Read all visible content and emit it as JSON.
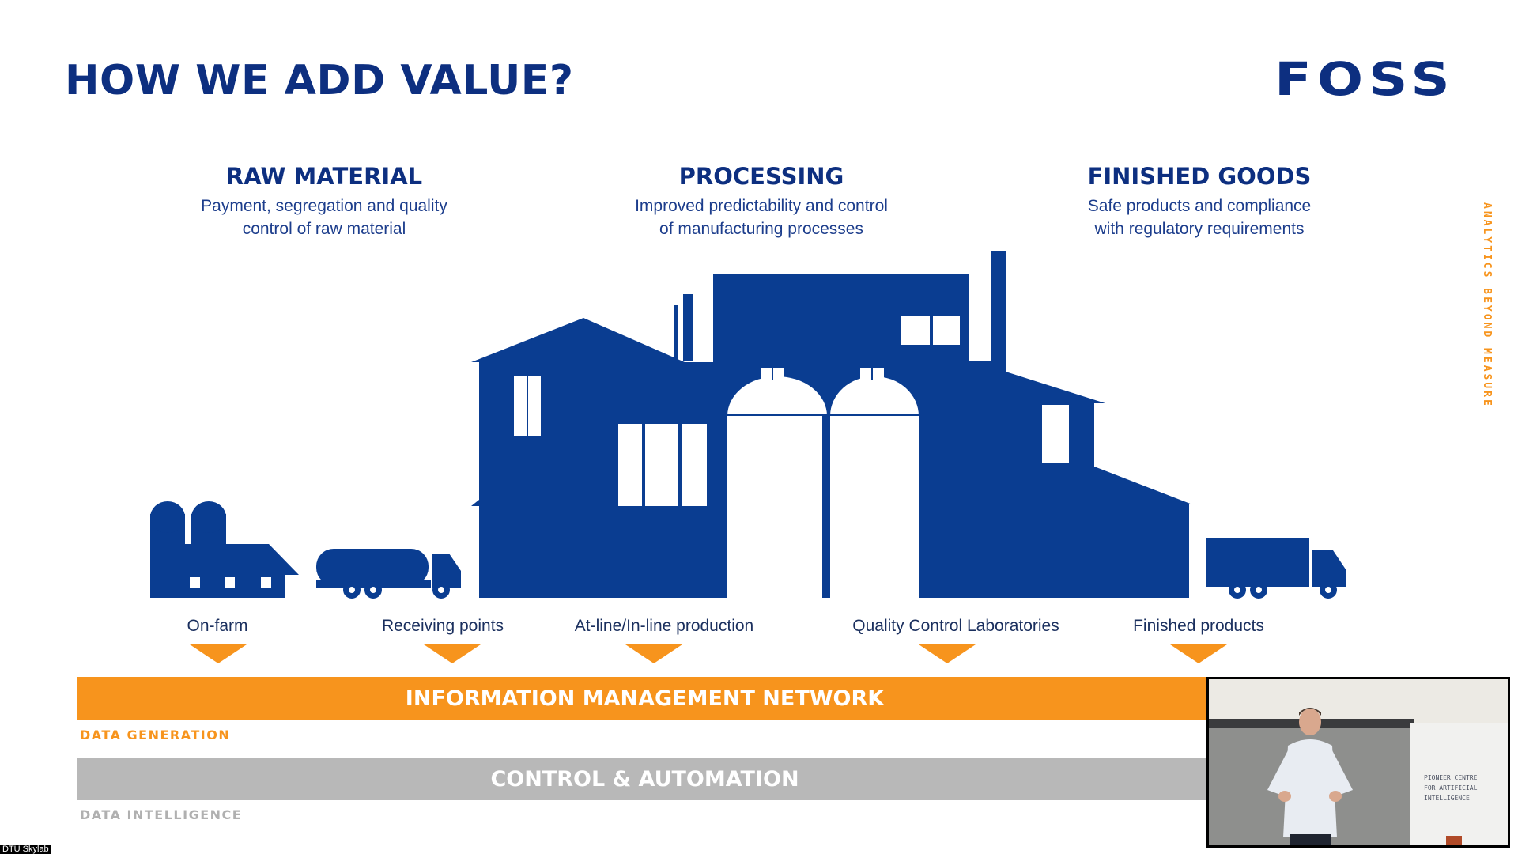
{
  "slide": {
    "title": "HOW WE ADD VALUE?",
    "logo": "FOSS",
    "tagline": "ANALYTICS BEYOND MEASURE"
  },
  "stages": [
    {
      "heading": "RAW MATERIAL",
      "line1": "Payment, segregation and quality",
      "line2": "control of raw material"
    },
    {
      "heading": "PROCESSING",
      "line1": "Improved predictability and control",
      "line2": "of manufacturing processes"
    },
    {
      "heading": "FINISHED GOODS",
      "line1": "Safe products and compliance",
      "line2": "with regulatory requirements"
    }
  ],
  "locations": [
    "On-farm",
    "Receiving points",
    "At-line/In-line production",
    "Quality Control Laboratories",
    "Finished products"
  ],
  "bands": {
    "top": "INFORMATION MANAGEMENT NETWORK",
    "top_sub": "DATA GENERATION",
    "bottom": "CONTROL & AUTOMATION",
    "bottom_sub": "DATA INTELLIGENCE"
  },
  "video": {
    "panel_text": "PIONEER CENTRE\nFOR ARTIFICIAL\nINTELLIGENCE"
  },
  "watermark": "DTU Skylab",
  "icons": [
    "farm-icon",
    "tanker-truck-icon",
    "factory-icon",
    "delivery-truck-icon",
    "marker-triangle-icon"
  ],
  "colors": {
    "brand_blue": "#0d2f80",
    "accent_orange": "#f7941d",
    "band_gray": "#b8b8b8"
  }
}
